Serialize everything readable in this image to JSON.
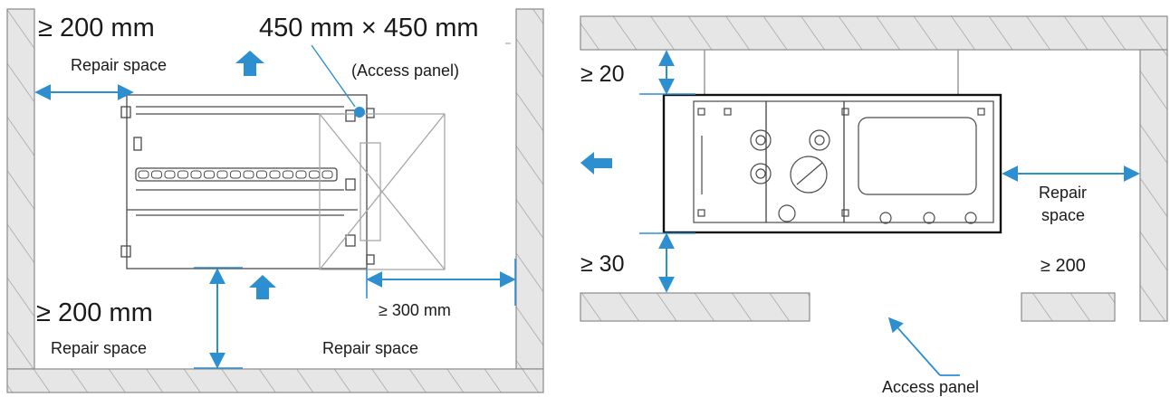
{
  "colors": {
    "accent": "#2E8FD0",
    "wall_fill": "#e6e6e6",
    "wall_line": "#8a8a8a",
    "unit_line": "#4a4a4a",
    "text": "#1a1a1a"
  },
  "left": {
    "top_clearance": "≥ 200 mm",
    "panel_size": "450 mm × 450 mm",
    "top_repair": "Repair space",
    "access_panel": "(Access panel)",
    "bottom_clearance": "≥ 200 mm",
    "bottom_repair": "Repair space",
    "side_clearance": "≥ 300 mm",
    "side_repair": "Repair space"
  },
  "right": {
    "top_clearance": "≥ 20",
    "bottom_clearance": "≥ 30",
    "repair_line1": "Repair",
    "repair_line2": "space",
    "side_clearance": "≥ 200",
    "access_panel": "Access panel"
  }
}
